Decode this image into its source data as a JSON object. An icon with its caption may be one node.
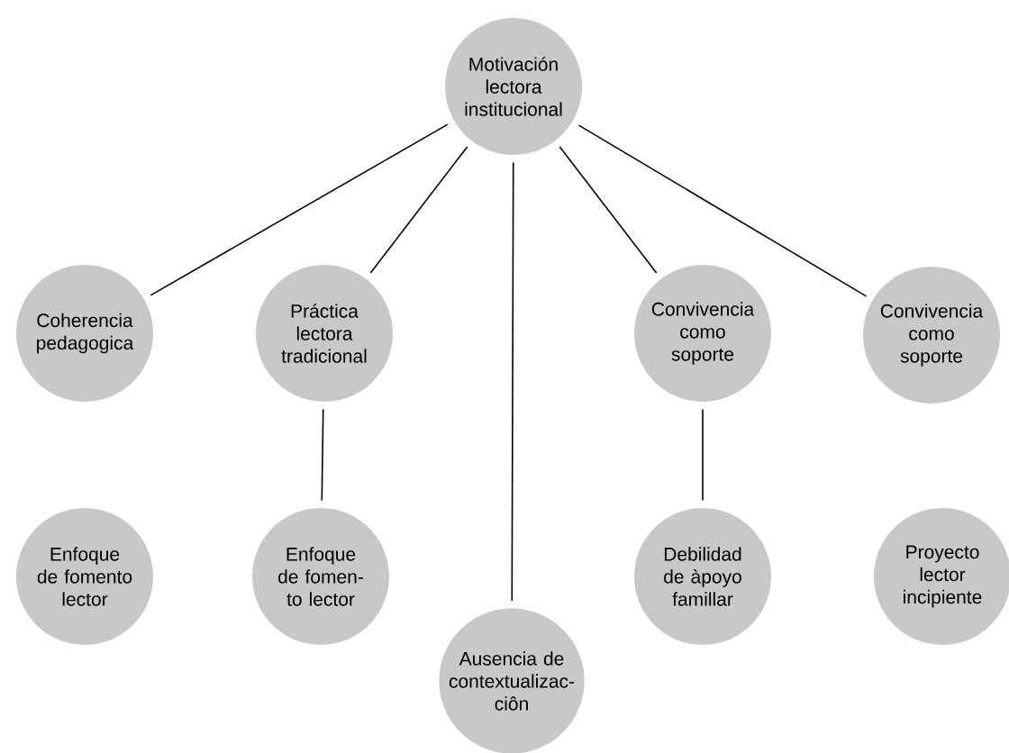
{
  "diagram": {
    "nodes": [
      {
        "text": [
          "Motivación lectora institucional"
        ]
      },
      {
        "text": [
          "Coherencia pedagogica"
        ]
      },
      {
        "text": [
          "Práctica lectora tradicional"
        ]
      },
      {
        "text": [
          "Convivencia como soporte"
        ]
      },
      {
        "text": [
          "Convivencia como soporte"
        ]
      },
      {
        "text": [
          "Enfoque de fomento lector"
        ]
      },
      {
        "text": [
          "Enfoque de fomen- to lector"
        ]
      },
      {
        "text": [
          "Debilidad de àpoyo famillar"
        ]
      },
      {
        "text": [
          "Proyecto lector incipiente"
        ]
      },
      {
        "text": [
          "Ausencia de contextualizac- ciôn"
        ]
      }
    ],
    "edges": [
      {
        "from": 0,
        "to": 1,
        "arrow": "none"
      },
      {
        "from": 0,
        "to": 2,
        "arrow": "none"
      },
      {
        "from": 0,
        "to": 3,
        "arrow": "none"
      },
      {
        "from": 0,
        "to": 4,
        "arrow": "none"
      },
      {
        "from": 0,
        "to": 9,
        "arrow": "none"
      },
      {
        "from": 2,
        "to": 6,
        "arrow": "none"
      },
      {
        "from": 3,
        "to": 7,
        "arrow": "none"
      }
    ]
  }
}
